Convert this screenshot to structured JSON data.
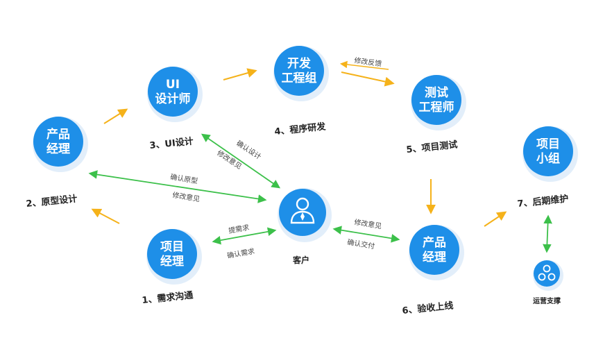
{
  "colors": {
    "node_fill": "#1e8fe8",
    "node_shadow": "#cfe3f6",
    "arrow_orange": "#f5b21a",
    "arrow_green": "#3cc04a",
    "text_dark": "#222222"
  },
  "nodes": {
    "product_manager_left": [
      "产品",
      "经理"
    ],
    "ui_designer": [
      "UI",
      "设计师"
    ],
    "dev_team": [
      "开发",
      "工程组"
    ],
    "test_engineer": [
      "测试",
      "工程师"
    ],
    "project_team": [
      "项目",
      "小组"
    ],
    "project_manager": [
      "项目",
      "经理"
    ],
    "product_manager_right": [
      "产品",
      "经理"
    ]
  },
  "client": {
    "label": "客户",
    "icon": "person-icon"
  },
  "support": {
    "label": "运营支撑",
    "icon": "support-icon"
  },
  "steps": {
    "s1": "1、需求沟通",
    "s2": "2、原型设计",
    "s3": "3、UI设计",
    "s4": "4、程序研发",
    "s5": "5、项目测试",
    "s6": "6、验收上线",
    "s7": "7、后期维护"
  },
  "arrow_labels": {
    "dev_test_feedback": "修改反馈",
    "confirm_ui": "确认设计",
    "modify_ui": "修改意见",
    "confirm_prototype": "确认原型",
    "modify_prototype": "修改意见",
    "raise_requirement": "提需求",
    "confirm_requirement": "确认需求",
    "modify_delivery": "修改意见",
    "confirm_delivery": "确认交付"
  }
}
